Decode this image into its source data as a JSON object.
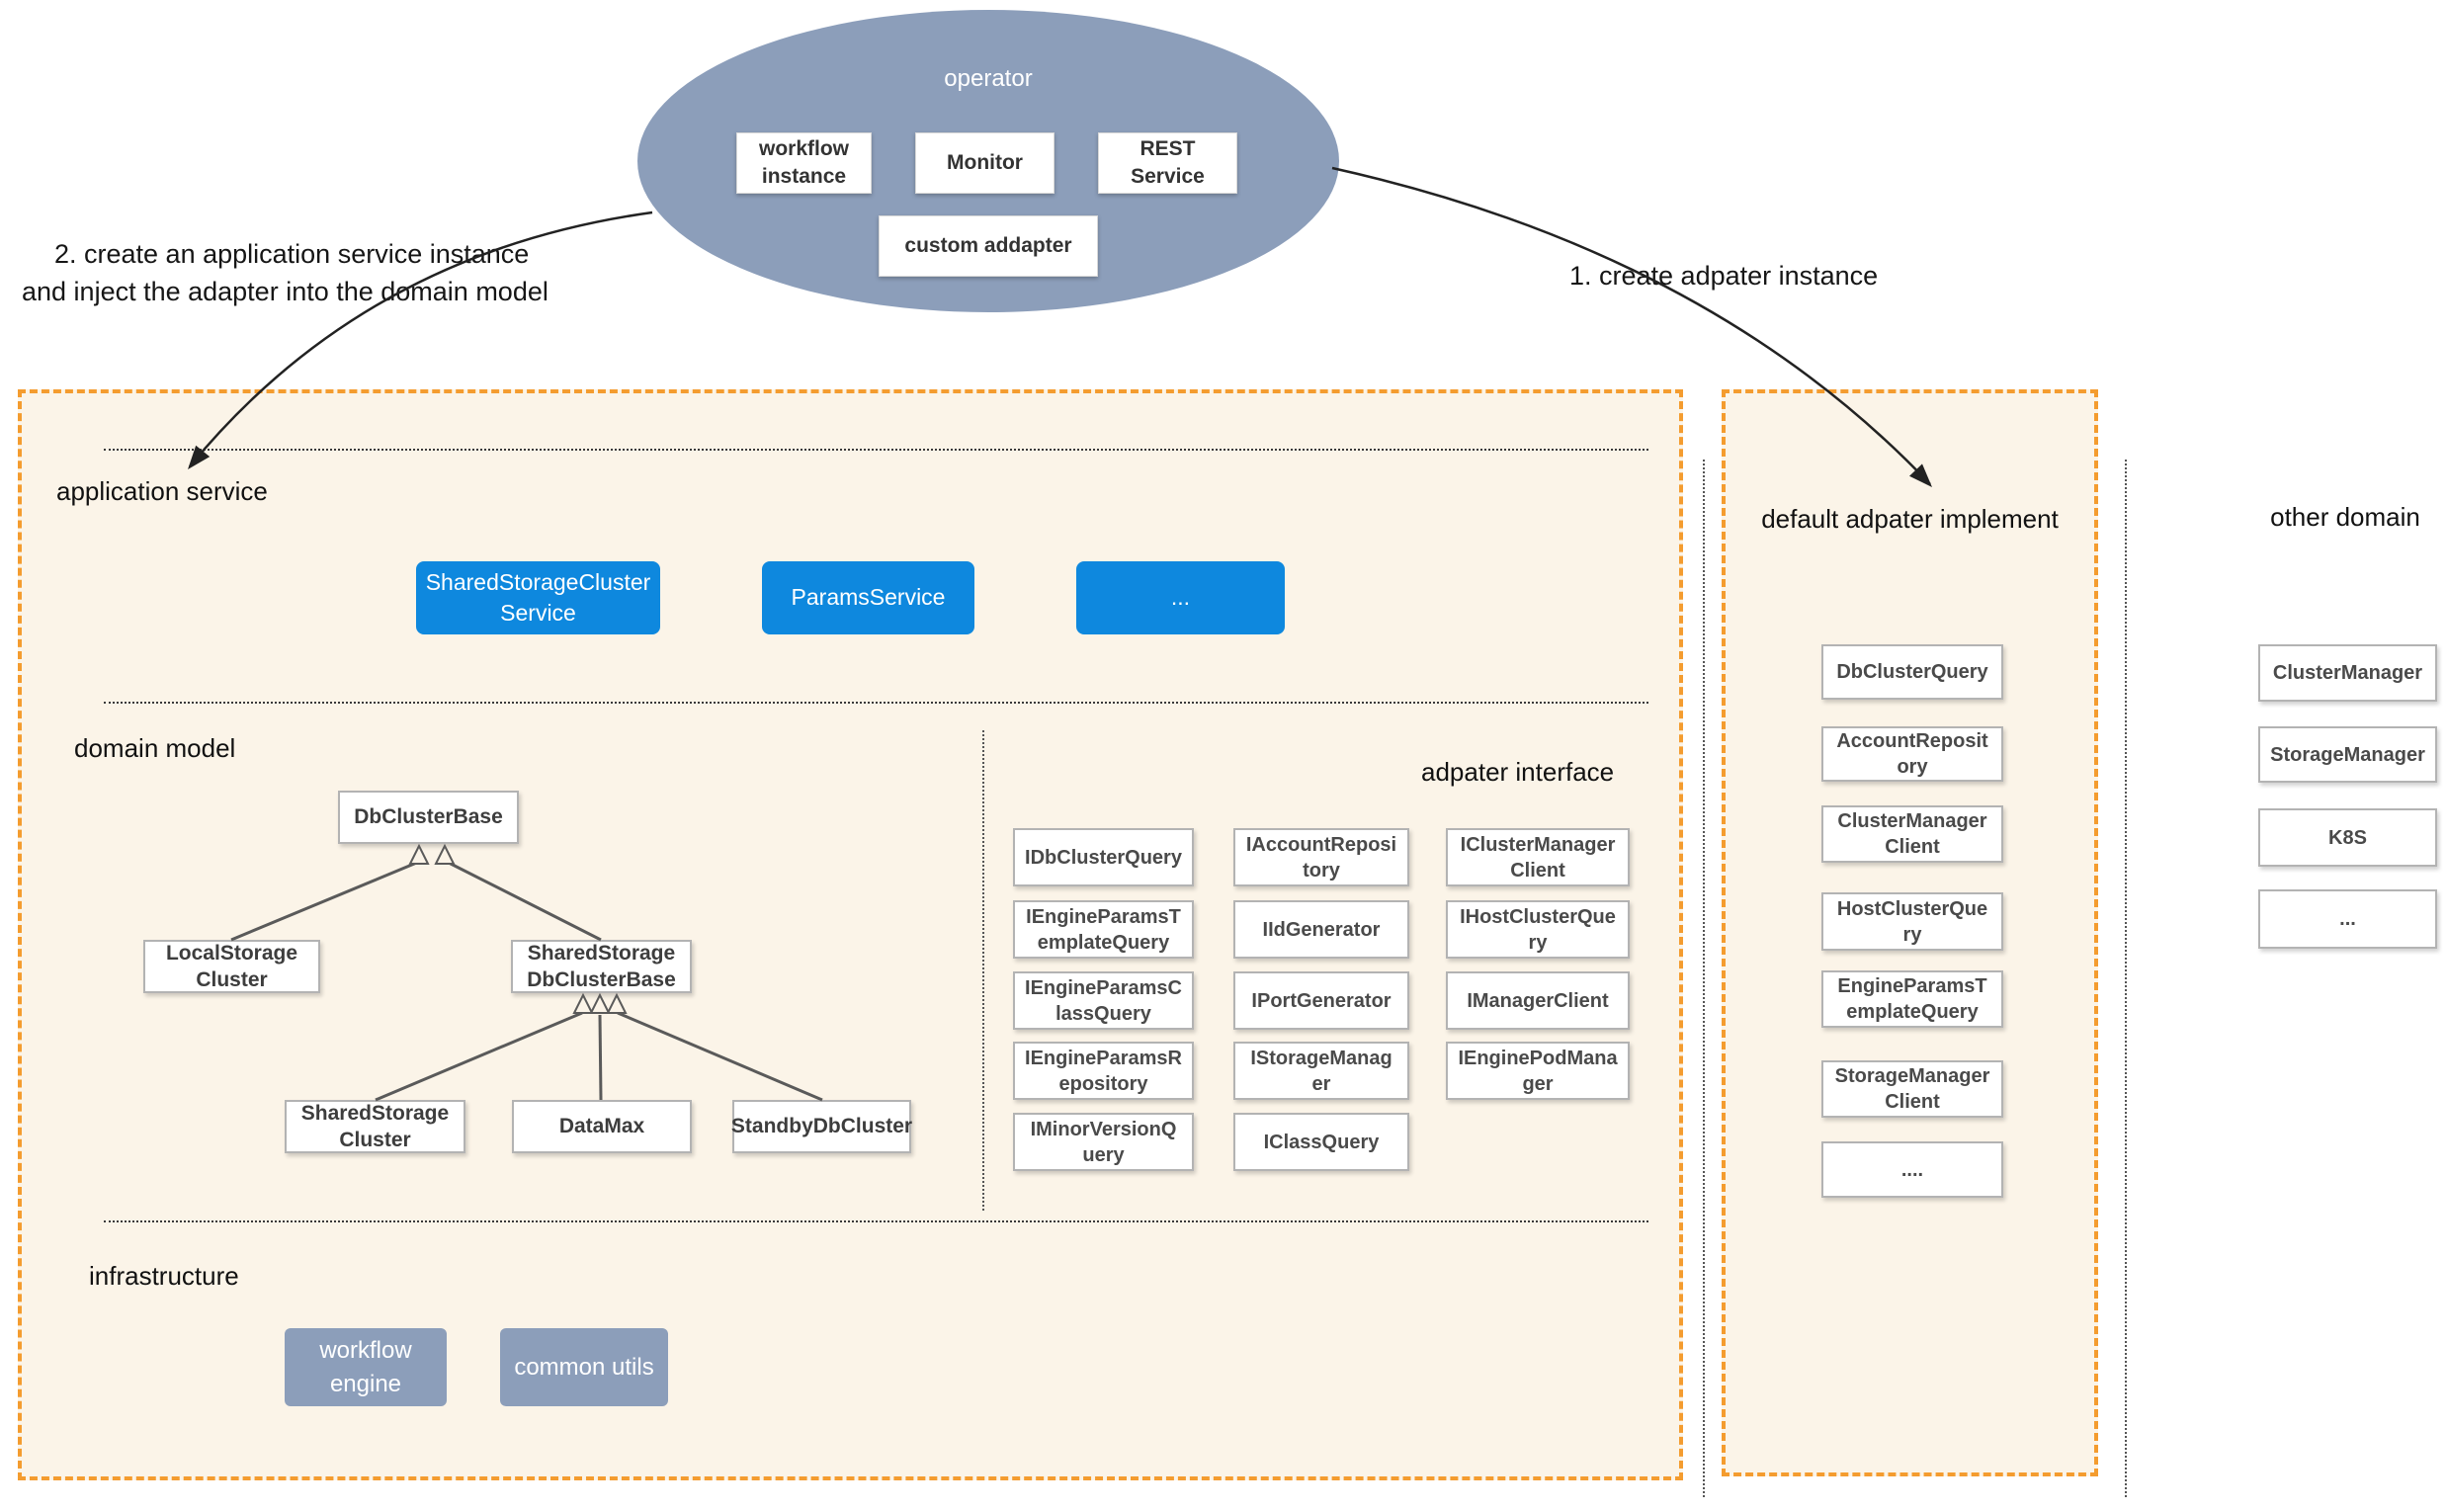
{
  "colors": {
    "panel_background": "#FBF4E8",
    "panel_border_orange": "#F49C2F",
    "service_blue": "#0E88DE",
    "slate_blue": "#8C9EBA"
  },
  "operator": {
    "title": "operator",
    "boxes": [
      "workflow instance",
      "Monitor",
      "REST Service",
      "custom addapter"
    ]
  },
  "annotations": {
    "step2_line1": "2. create an application service instance",
    "step2_line2": "and inject the adapter into the domain model",
    "step1": "1. create adpater instance"
  },
  "main_panel": {
    "application_service": {
      "label": "application service",
      "services": [
        "SharedStorageCluster Service",
        "ParamsService",
        "..."
      ]
    },
    "domain_model": {
      "label": "domain model",
      "root": "DbClusterBase",
      "children": [
        "LocalStorage Cluster",
        "SharedStorage DbClusterBase"
      ],
      "grandchildren": [
        "SharedStorage Cluster",
        "DataMax",
        "StandbyDbCluster"
      ]
    },
    "adapter_interface": {
      "label": "adpater interface",
      "items": [
        "IDbClusterQuery",
        "IAccountRepository",
        "IClusterManagerClient",
        "IEngineParamsTemplateQuery",
        "IIdGenerator",
        "IHostClusterQuery",
        "IEngineParamsClassQuery",
        "IPortGenerator",
        "IManagerClient",
        "IEngineParamsRepository",
        "IStorageManager",
        "IEnginePodManager",
        "IMinorVersionQuery",
        "IClassQuery"
      ]
    },
    "infrastructure": {
      "label": "infrastructure",
      "items": [
        "workflow engine",
        "common utils"
      ]
    }
  },
  "default_adapter": {
    "label": "default adpater implement",
    "items": [
      "DbClusterQuery",
      "AccountRepository",
      "ClusterManagerClient",
      "HostClusterQuery",
      "EngineParamsTemplateQuery",
      "StorageManagerClient",
      "...."
    ]
  },
  "other_domain": {
    "label": "other domain",
    "items": [
      "ClusterManager",
      "StorageManager",
      "K8S",
      "..."
    ]
  }
}
